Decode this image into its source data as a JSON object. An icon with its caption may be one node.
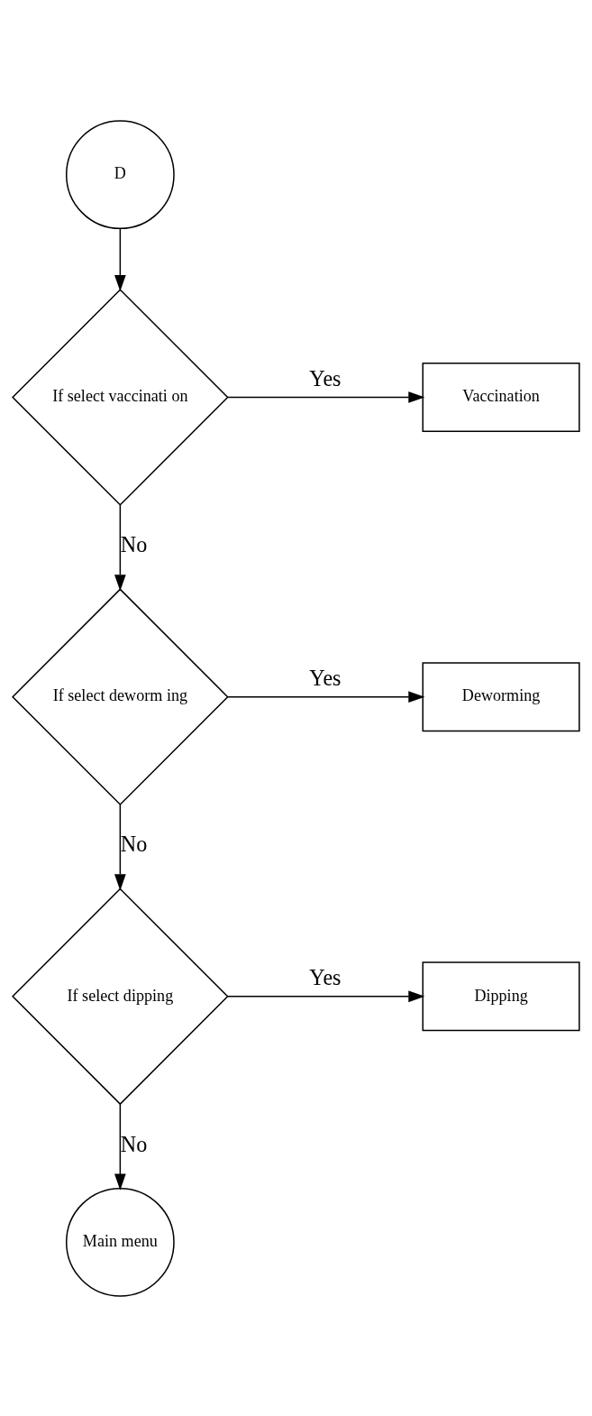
{
  "diagram": {
    "nodes": [
      {
        "text": [
          "D"
        ]
      },
      {
        "text": [
          "If select vaccinati on"
        ]
      },
      {
        "text": [
          "Vaccination"
        ]
      },
      {
        "text": [
          "If select deworm ing"
        ]
      },
      {
        "text": [
          "Deworming"
        ]
      },
      {
        "text": [
          "If select dipping"
        ]
      },
      {
        "text": [
          "Dipping"
        ]
      },
      {
        "text": [
          "Main menu"
        ]
      }
    ],
    "edges": [
      {
        "from": 0,
        "to": 1,
        "arrow": "to"
      },
      {
        "from": 1,
        "to": 2,
        "arrow": "to",
        "label": "Yes"
      },
      {
        "from": 1,
        "to": 3,
        "arrow": "to",
        "label": "No"
      },
      {
        "from": 3,
        "to": 4,
        "arrow": "to",
        "label": "Yes"
      },
      {
        "from": 3,
        "to": 5,
        "arrow": "to",
        "label": "No"
      },
      {
        "from": 5,
        "to": 6,
        "arrow": "to",
        "label": "Yes"
      },
      {
        "from": 5,
        "to": 7,
        "arrow": "to",
        "label": "No"
      }
    ]
  }
}
